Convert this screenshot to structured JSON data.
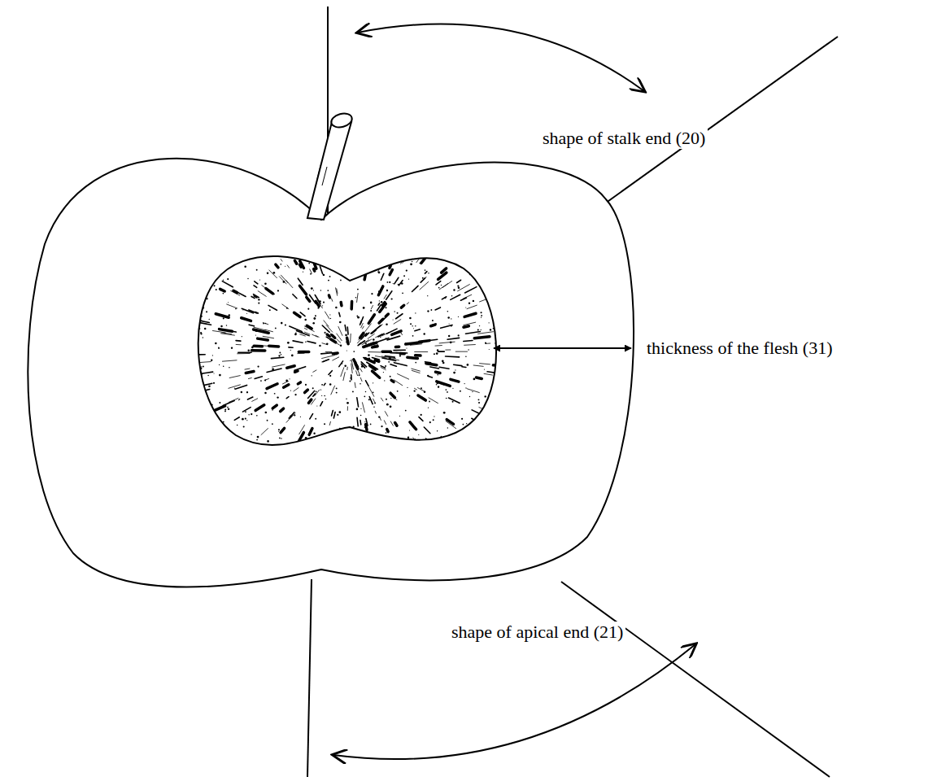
{
  "diagram": {
    "labels": [
      "shape of stalk end (20)",
      "thickness of the flesh (31)",
      "shape of apical end (21)"
    ]
  }
}
